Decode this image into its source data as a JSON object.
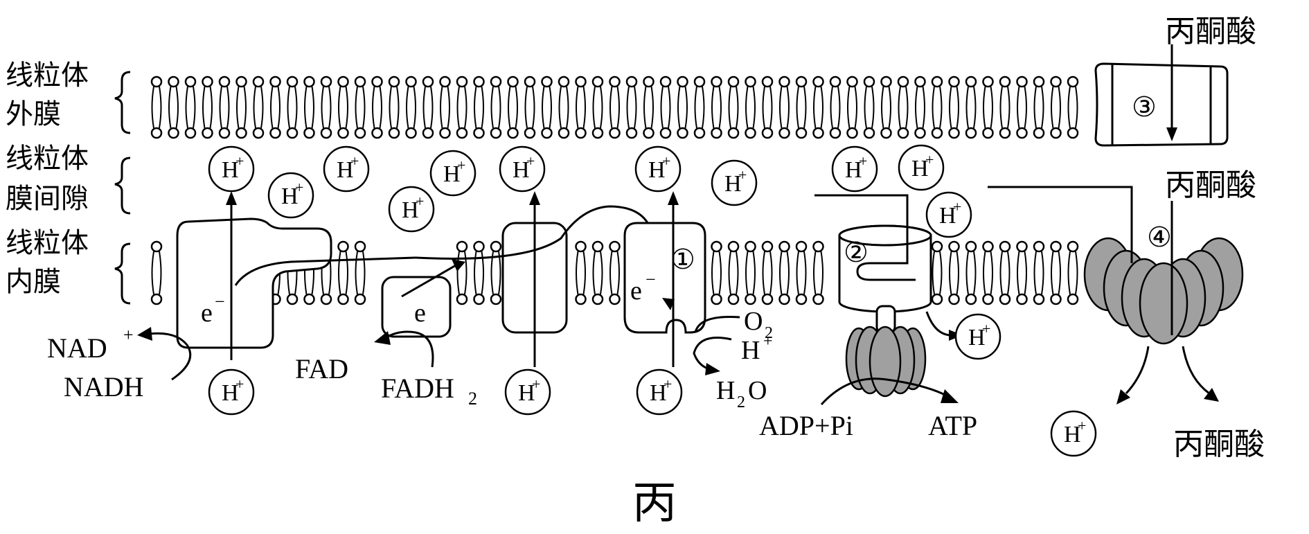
{
  "labels": {
    "outer_membrane": [
      "线粒体",
      "外膜"
    ],
    "intermembrane_space": [
      "线粒体",
      "膜间隙"
    ],
    "inner_membrane": [
      "线粒体",
      "内膜"
    ],
    "hydrogen_ion": "H",
    "hydrogen_ion_sup": "+",
    "electron": "e",
    "electron_sup": "−",
    "nad_plus": "NAD",
    "nad_plus_sup": "+",
    "nadh": "NADH",
    "fad": "FAD",
    "fadh2": "FADH",
    "fadh2_sub": "2",
    "oxygen": "O",
    "oxygen_sub": "2",
    "water_h": "H",
    "water_sub": "2",
    "water_o": "O",
    "adp_pi": "ADP+Pi",
    "atp": "ATP",
    "pyruvate": "丙酮酸",
    "marker_1": "①",
    "marker_2": "②",
    "marker_3": "③",
    "marker_4": "④",
    "figure_caption": "丙"
  },
  "colors": {
    "stroke": "#000000",
    "background": "#ffffff",
    "atp_synthase_fill": "#a0a0a0"
  }
}
